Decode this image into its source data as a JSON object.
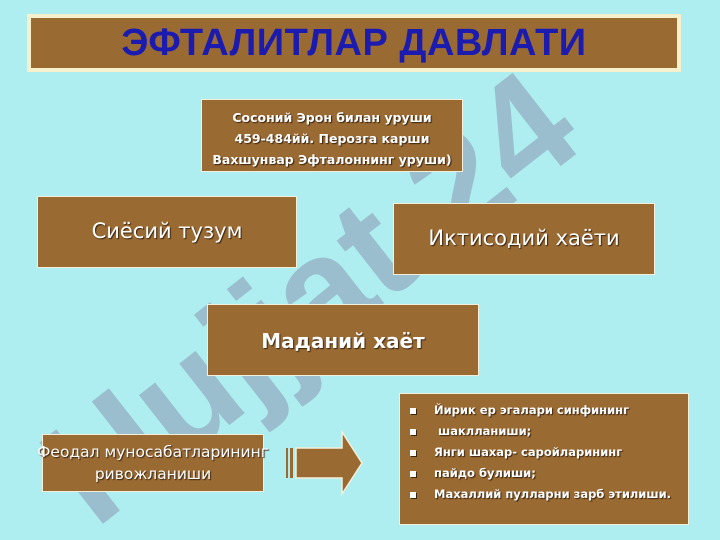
{
  "title": "ЭФТАЛИТЛАР ДАВЛАТИ",
  "watermark": "Hujjat 24",
  "sasanid_box": {
    "lines": [
      "Сосоний Эрон билан уруши",
      "459-484йй. Перозга карши",
      "Вахшунвар Эфталоннинг уруши)"
    ]
  },
  "political_box": {
    "label": "Сиёсий тузум"
  },
  "economic_box": {
    "label": "Иктисодий хаёти"
  },
  "cultural_box": {
    "label": "Маданий хаёт"
  },
  "feudal_box": {
    "lines": [
      "Феодал муносабатларининг",
      "ривожланиши"
    ]
  },
  "list_box": {
    "items": [
      "Йирик ер эгалари синфининг",
      " шаклланиши;",
      "Янги шахар- саройларининг",
      "пайдо булиши;",
      "Махаллий пулларни зарб этилиши."
    ]
  },
  "colors": {
    "background": "#aeeef0",
    "box_fill": "#9a6a33",
    "title_text": "#1b1bb0",
    "watermark": "#8a98b0"
  }
}
